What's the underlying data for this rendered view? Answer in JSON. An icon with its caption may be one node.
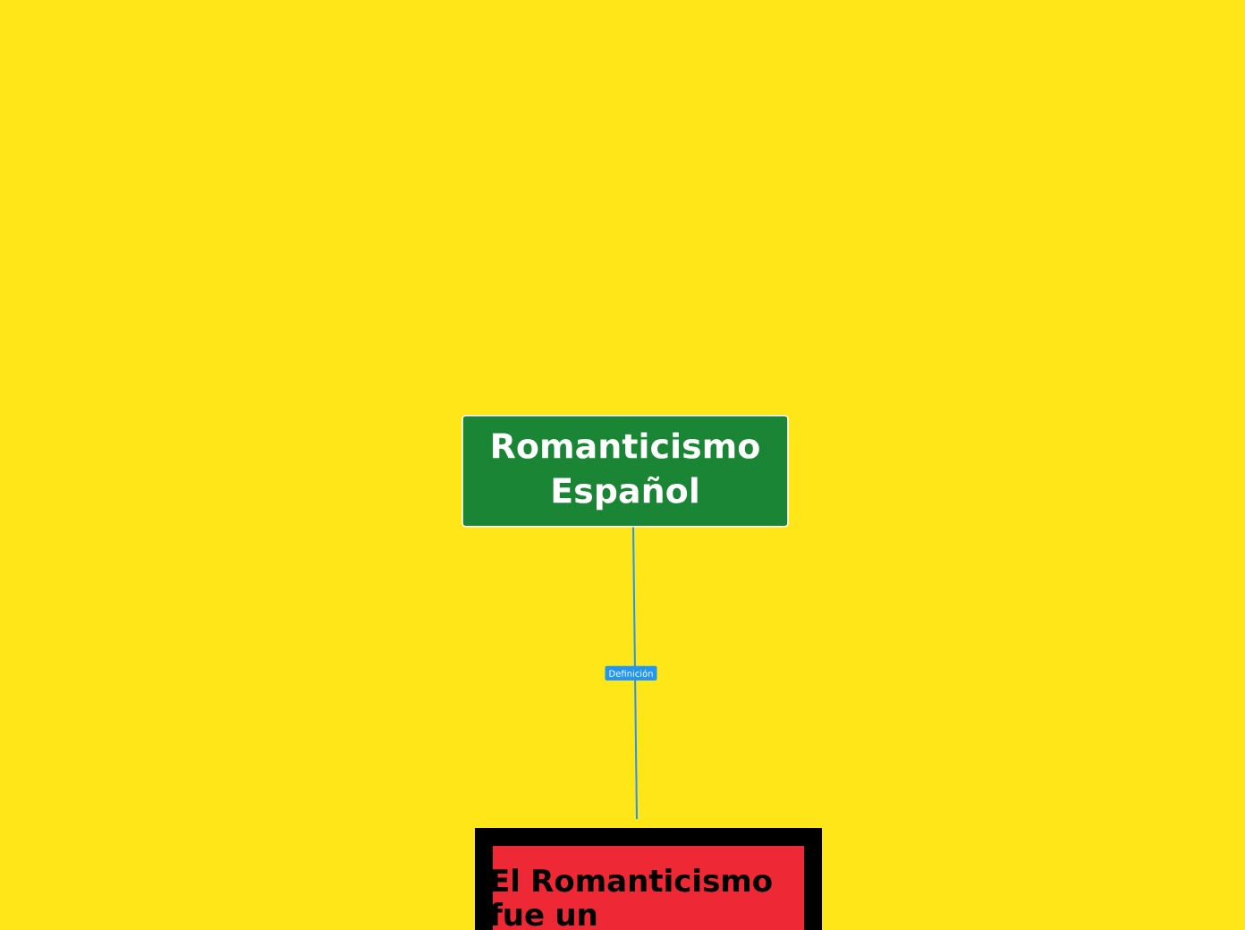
{
  "diagram": {
    "nodes": [
      {
        "text": [
          "Romanticismo Español"
        ]
      },
      {
        "text": [
          "El Romanticismo fue un"
        ]
      }
    ],
    "edges": [
      {
        "from": 0,
        "to": 1,
        "arrow": "none",
        "label": "Definición",
        "color": "#2196f3"
      }
    ]
  }
}
